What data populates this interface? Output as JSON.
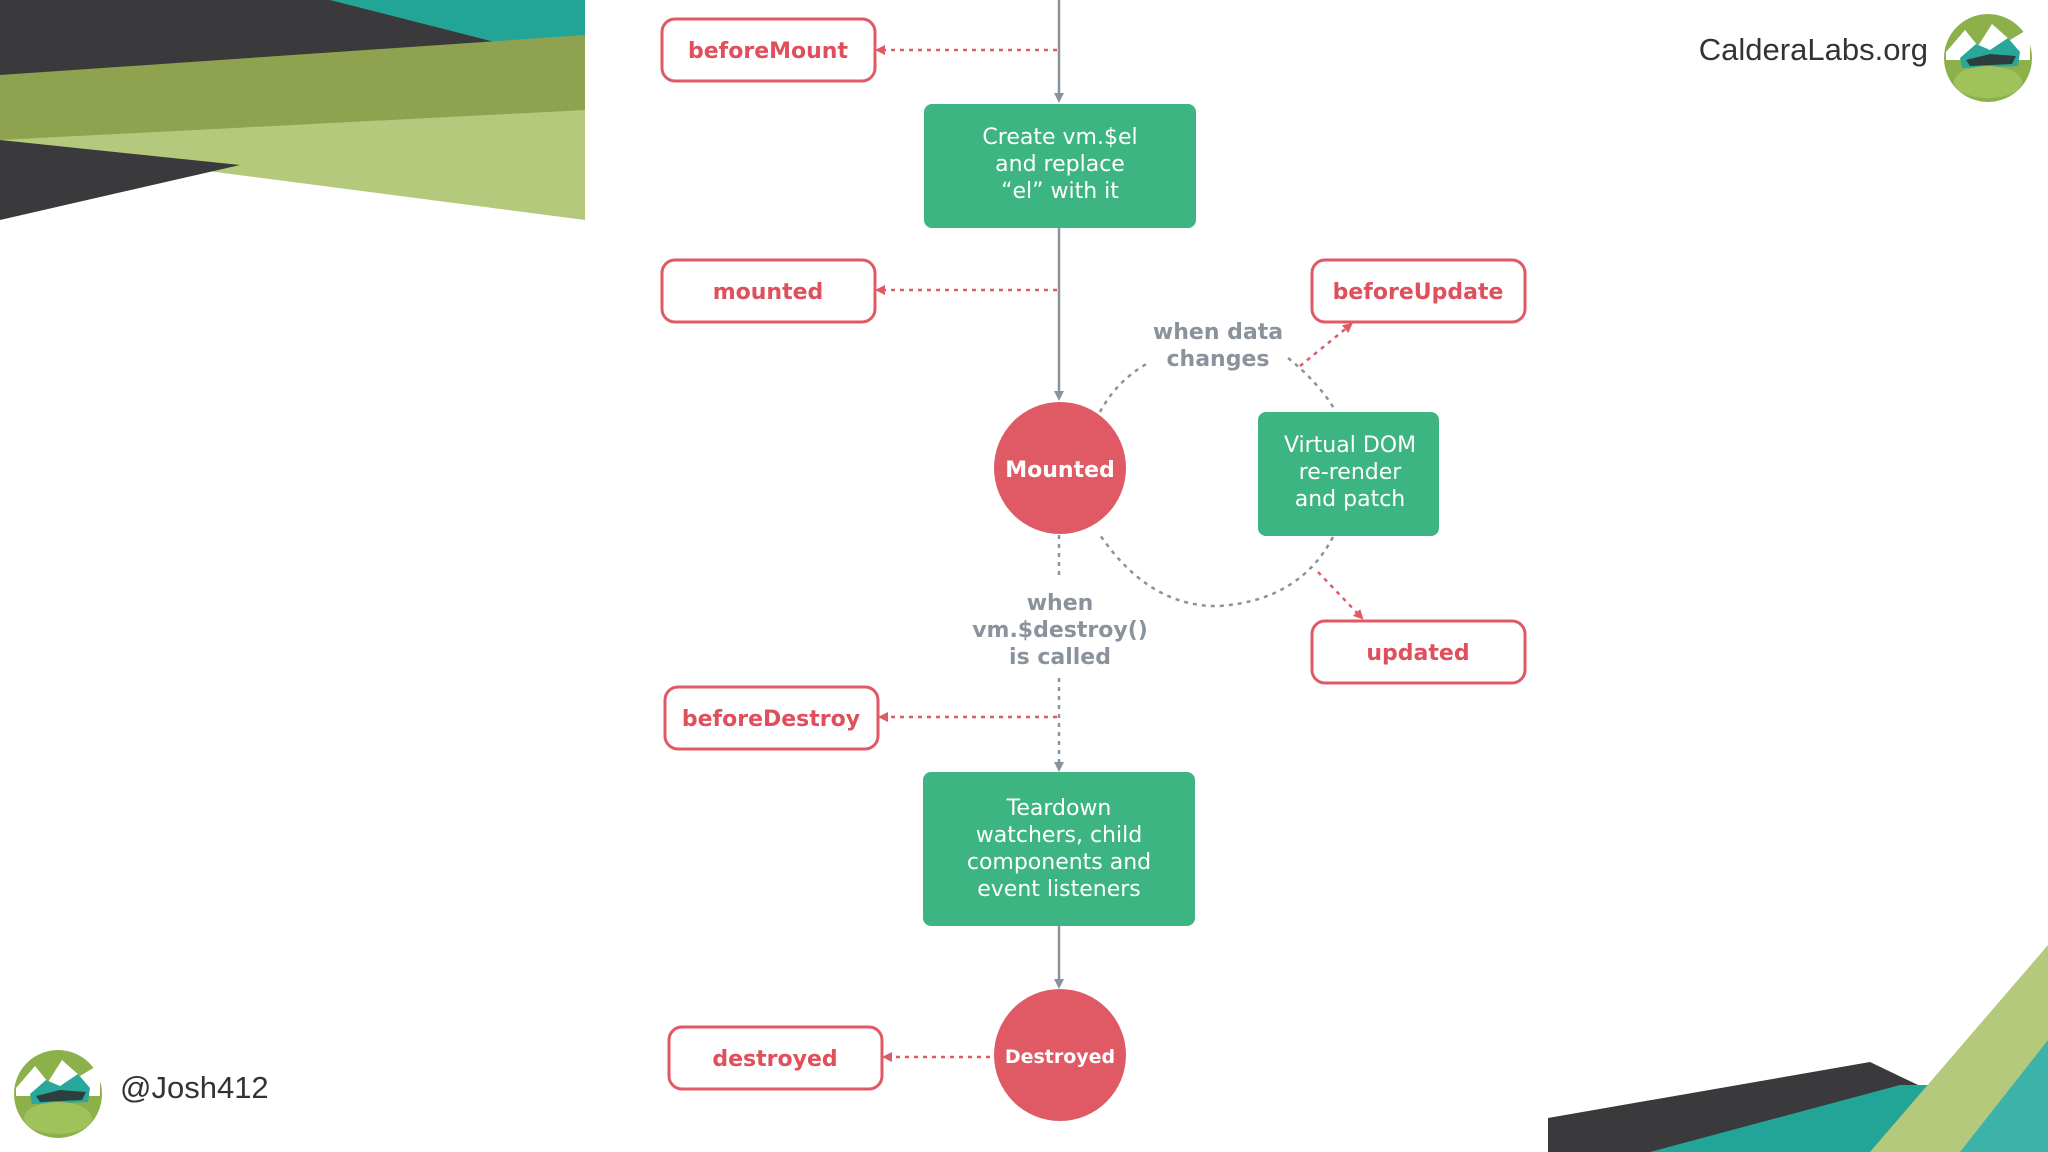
{
  "branding": {
    "site": "CalderaLabs.org",
    "handle": "@Josh412"
  },
  "colors": {
    "hook_red": "#e05a66",
    "state_green": "#3cb583",
    "line_gray": "#8a939c",
    "deco_dark": "#3a3a3c",
    "deco_olive": "#8ea24f",
    "deco_lime": "#b5c97c",
    "deco_teal": "#22a597"
  },
  "diagram": {
    "hooks": {
      "before_mount": "beforeMount",
      "mounted": "mounted",
      "before_update": "beforeUpdate",
      "updated": "updated",
      "before_destroy": "beforeDestroy",
      "destroyed": "destroyed"
    },
    "steps": {
      "create_el": [
        "Create vm.$el",
        "and replace",
        "“el” with it"
      ],
      "virtual_dom": [
        "Virtual DOM",
        "re-render",
        "and patch"
      ],
      "teardown": [
        "Teardown",
        "watchers, child",
        "components and",
        "event listeners"
      ]
    },
    "states": {
      "mounted": "Mounted",
      "destroyed": "Destroyed"
    },
    "conditions": {
      "data_changes": [
        "when data",
        "changes"
      ],
      "destroy_called": [
        "when",
        "vm.$destroy()",
        "is called"
      ]
    }
  }
}
